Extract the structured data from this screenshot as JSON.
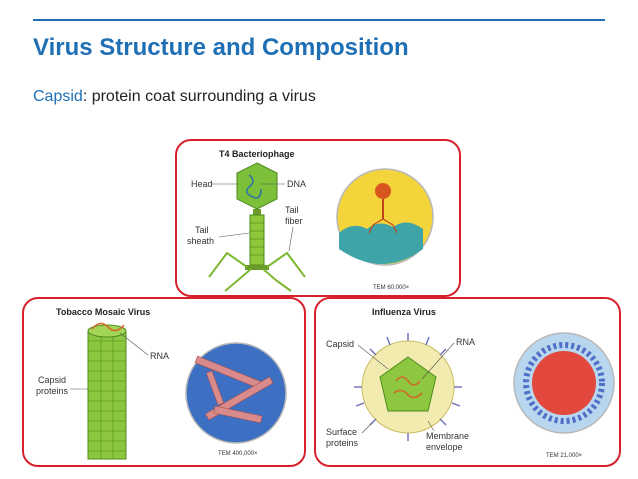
{
  "slide": {
    "title": "Virus Structure and Composition",
    "subtitle_term": "Capsid",
    "subtitle_rest": ": protein coat surrounding a virus"
  },
  "panels": {
    "t4": {
      "title": "T4 Bacteriophage",
      "labels": {
        "head": "Head",
        "dna": "DNA",
        "tail_sheath": [
          "Tail",
          "sheath"
        ],
        "tail_fiber": [
          "Tail",
          "fiber"
        ]
      },
      "tem": "TEM 60,000×"
    },
    "tmv": {
      "title": "Tobacco Mosaic Virus",
      "labels": {
        "rna": "RNA",
        "capsid_proteins": [
          "Capsid",
          "proteins"
        ]
      },
      "tem": "TEM 400,000×"
    },
    "flu": {
      "title": "Influenza Virus",
      "labels": {
        "capsid": "Capsid",
        "rna": "RNA",
        "surface_proteins": [
          "Surface",
          "proteins"
        ],
        "membrane_envelope": [
          "Membrane",
          "envelope"
        ]
      },
      "tem": "TEM 21,000×"
    }
  },
  "colors": {
    "accent": "#1f6fb5",
    "panel_border": "#d6202b"
  }
}
